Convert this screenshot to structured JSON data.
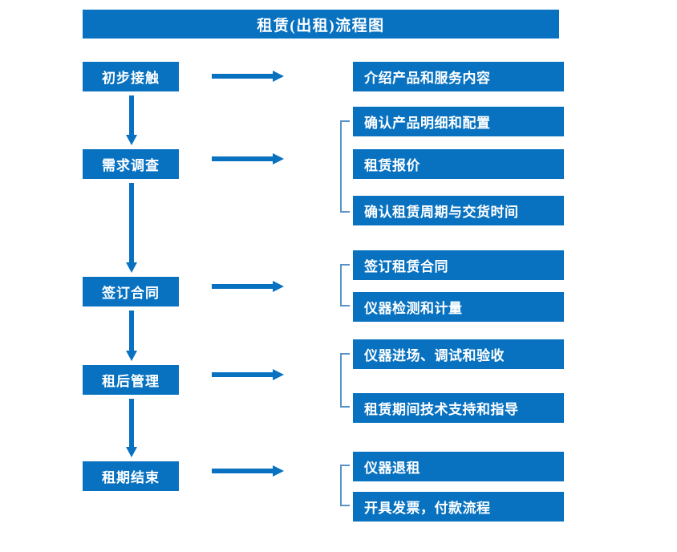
{
  "chart_data": {
    "type": "diagram",
    "title": "租赁(出租)流程图",
    "stages": [
      {
        "label": "初步接触",
        "details": [
          "介绍产品和服务内容"
        ]
      },
      {
        "label": "需求调查",
        "details": [
          "确认产品明细和配置",
          "租赁报价",
          "确认租赁周期与交货时间"
        ]
      },
      {
        "label": "签订合同",
        "details": [
          "签订租赁合同",
          "仪器检测和计量"
        ]
      },
      {
        "label": "租后管理",
        "details": [
          "仪器进场、调试和验收",
          "租赁期间技术支持和指导"
        ]
      },
      {
        "label": "租期结束",
        "details": [
          "仪器退租",
          "开具发票，付款流程"
        ]
      }
    ]
  },
  "title": {
    "text": "租赁(出租)流程图"
  },
  "stages": [
    {
      "label": "初步接触"
    },
    {
      "label": "需求调查"
    },
    {
      "label": "签订合同"
    },
    {
      "label": "租后管理"
    },
    {
      "label": "租期结束"
    }
  ],
  "details": [
    {
      "label": "介绍产品和服务内容"
    },
    {
      "label": "确认产品明细和配置"
    },
    {
      "label": "租赁报价"
    },
    {
      "label": "确认租赁周期与交货时间"
    },
    {
      "label": "签订租赁合同"
    },
    {
      "label": "仪器检测和计量"
    },
    {
      "label": "仪器进场、调试和验收"
    },
    {
      "label": "租赁期间技术支持和指导"
    },
    {
      "label": "仪器退租"
    },
    {
      "label": "开具发票，付款流程"
    }
  ],
  "colors": {
    "box_fill": "#0872C1",
    "box_text": "#FFFFFF",
    "arrow": "#0872C1",
    "bracket": "#5B93C8",
    "background": "#FFFFFF"
  }
}
